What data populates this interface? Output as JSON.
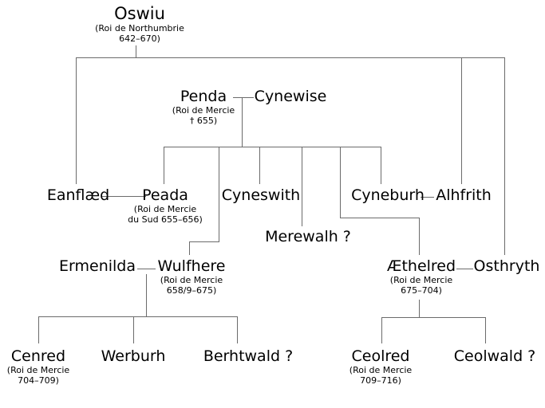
{
  "diagram": {
    "type": "family-tree",
    "background_color": "#ffffff",
    "line_color": "#6b6b6b",
    "text_color": "#000000"
  },
  "people": {
    "oswiu": {
      "name": "Oswiu",
      "sub1": "(Roi de Northumbrie",
      "sub2": "642–670)"
    },
    "penda": {
      "name": "Penda",
      "sub1": "(Roi de Mercie",
      "sub2": "† 655)"
    },
    "cynewise": {
      "name": "Cynewise"
    },
    "eanflaed": {
      "name": "Eanflæd"
    },
    "peada": {
      "name": "Peada",
      "sub1": "(Roi de Mercie",
      "sub2": "du Sud 655–656)"
    },
    "cyneswith": {
      "name": "Cyneswith"
    },
    "merewalh": {
      "name": "Merewalh ?"
    },
    "cyneburh": {
      "name": "Cyneburh"
    },
    "alhfrith": {
      "name": "Alhfrith"
    },
    "ermenilda": {
      "name": "Ermenilda"
    },
    "wulfhere": {
      "name": "Wulfhere",
      "sub1": "(Roi de Mercie",
      "sub2": "658/9–675)"
    },
    "aethelred": {
      "name": "Æthelred",
      "sub1": "(Roi de Mercie",
      "sub2": "675–704)"
    },
    "osthryth": {
      "name": "Osthryth"
    },
    "cenred": {
      "name": "Cenred",
      "sub1": "(Roi de Mercie",
      "sub2": "704–709)"
    },
    "werburh": {
      "name": "Werburh"
    },
    "berhtwald": {
      "name": "Berhtwald ?"
    },
    "ceolred": {
      "name": "Ceolred",
      "sub1": "(Roi de Mercie",
      "sub2": "709–716)"
    },
    "ceolwald": {
      "name": "Ceolwald ?"
    }
  },
  "relations": {
    "unions": [
      {
        "partners": [
          "Penda",
          "Cynewise"
        ],
        "children": [
          "Peada",
          "Wulfhere",
          "Cyneswith",
          "Merewalh ?",
          "Æthelred",
          "Cyneburh"
        ]
      },
      {
        "partners": [
          "Eanflæd",
          "Peada"
        ],
        "children": []
      },
      {
        "partners": [
          "Cyneburh",
          "Alhfrith"
        ],
        "children": []
      },
      {
        "partners": [
          "Ermenilda",
          "Wulfhere"
        ],
        "children": [
          "Cenred",
          "Werburh",
          "Berhtwald ?"
        ]
      },
      {
        "partners": [
          "Æthelred",
          "Osthryth"
        ],
        "children": []
      }
    ],
    "parent_links": [
      {
        "parent": "Oswiu",
        "children": [
          "Eanflæd",
          "Alhfrith",
          "Osthryth"
        ]
      },
      {
        "parent": "Æthelred",
        "children": [
          "Ceolred",
          "Ceolwald ?"
        ]
      }
    ]
  }
}
